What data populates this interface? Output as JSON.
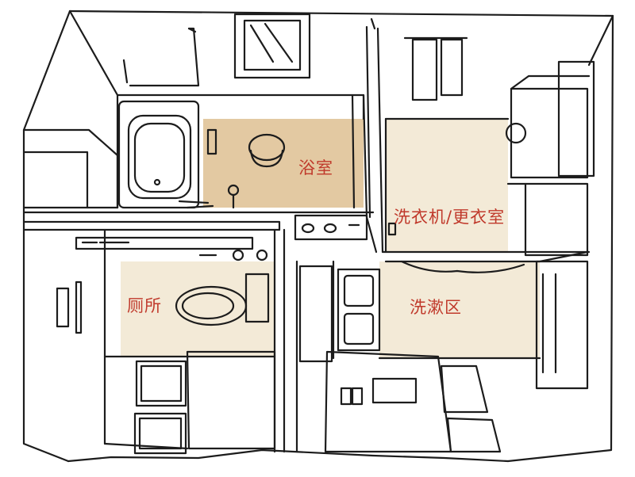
{
  "rooms": {
    "bathroom": "浴室",
    "laundry_changing": "洗衣机/更衣室",
    "toilet": "厕所",
    "washroom": "洗漱区"
  },
  "colors": {
    "ink": "#1c1c1c",
    "bath_floor": "#e3c9a2",
    "room_floor": "#f3ead7",
    "label": "#c0392b"
  }
}
